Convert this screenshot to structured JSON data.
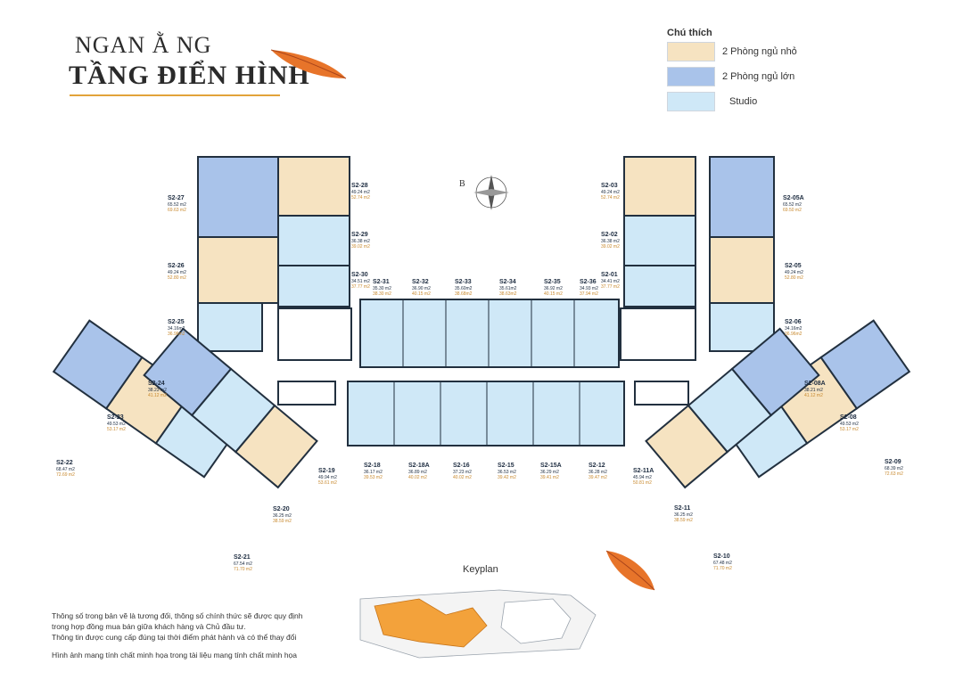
{
  "header": {
    "subtitle": "NGAN Ằ NG",
    "title": "TẦNG ĐIỂN HÌNH"
  },
  "legend": {
    "title": "Chú thích",
    "items": [
      {
        "label": "2 Phòng ngủ nhỏ",
        "color": "#f6e3c1"
      },
      {
        "label": "2 Phòng ngủ lớn",
        "color": "#a9c3ea"
      },
      {
        "label": "Studio",
        "color": "#cfe8f7"
      }
    ]
  },
  "compass": {
    "label": "B"
  },
  "units": [
    {
      "code": "S2-27",
      "area1": "65.52 m2",
      "area2": "69.63 m2"
    },
    {
      "code": "S2-28",
      "area1": "49.24 m2",
      "area2": "52.74 m2"
    },
    {
      "code": "S2-29",
      "area1": "36.38 m2",
      "area2": "39.02 m2"
    },
    {
      "code": "S2-26",
      "area1": "49.24 m2",
      "area2": "52.80 m2"
    },
    {
      "code": "S2-30",
      "area1": "34.51 m2",
      "area2": "37.77 m2"
    },
    {
      "code": "S2-25",
      "area1": "34.16m2",
      "area2": "36.96m2"
    },
    {
      "code": "S2-31",
      "area1": "35.30 m2",
      "area2": "38.30 m2"
    },
    {
      "code": "S2-32",
      "area1": "36.90 m2",
      "area2": "40.15 m2"
    },
    {
      "code": "S2-33",
      "area1": "35.60m2",
      "area2": "38.68m2"
    },
    {
      "code": "S2-34",
      "area1": "35.61m2",
      "area2": "38.63m2"
    },
    {
      "code": "S2-35",
      "area1": "36.92 m2",
      "area2": "40.15 m2"
    },
    {
      "code": "S2-36",
      "area1": "34.93 m2",
      "area2": "37.94 m2"
    },
    {
      "code": "S2-03",
      "area1": "49.24 m2",
      "area2": "52.74 m2"
    },
    {
      "code": "S2-02",
      "area1": "36.38 m2",
      "area2": "39.02 m2"
    },
    {
      "code": "S2-01",
      "area1": "34.41 m2",
      "area2": "37.77 m2"
    },
    {
      "code": "S2-05A",
      "area1": "65.52 m2",
      "area2": "69.50 m2"
    },
    {
      "code": "S2-05",
      "area1": "49.24 m2",
      "area2": "52.80 m2"
    },
    {
      "code": "S2-06",
      "area1": "34.16m2",
      "area2": "36.96m2"
    },
    {
      "code": "S2-24",
      "area1": "38.23 m2",
      "area2": "41.12 m2"
    },
    {
      "code": "S2-23",
      "area1": "49.53 m2",
      "area2": "53.17 m2"
    },
    {
      "code": "S2-22",
      "area1": "68.47 m2",
      "area2": "72.69 m2"
    },
    {
      "code": "S2-19",
      "area1": "49.94 m2",
      "area2": "53.61 m2"
    },
    {
      "code": "S2-20",
      "area1": "36.25 m2",
      "area2": "38.59 m2"
    },
    {
      "code": "S2-21",
      "area1": "67.54 m2",
      "area2": "71.70 m2"
    },
    {
      "code": "S2-18",
      "area1": "36.17 m2",
      "area2": "39.53 m2"
    },
    {
      "code": "S2-18A",
      "area1": "36.89 m2",
      "area2": "40.02 m2"
    },
    {
      "code": "S2-16",
      "area1": "37.23 m2",
      "area2": "40.02 m2"
    },
    {
      "code": "S2-15",
      "area1": "36.53 m2",
      "area2": "39.42 m2"
    },
    {
      "code": "S2-15A",
      "area1": "36.29 m2",
      "area2": "39.41 m2"
    },
    {
      "code": "S2-12",
      "area1": "36.28 m2",
      "area2": "39.47 m2"
    },
    {
      "code": "S2-11A",
      "area1": "45.94 m2",
      "area2": "50.81 m2"
    },
    {
      "code": "S2-11",
      "area1": "36.25 m2",
      "area2": "38.59 m2"
    },
    {
      "code": "S2-10",
      "area1": "67.48 m2",
      "area2": "71.70 m2"
    },
    {
      "code": "S2-08A",
      "area1": "38.21 m2",
      "area2": "41.12 m2"
    },
    {
      "code": "S2-08",
      "area1": "49.53 m2",
      "area2": "53.17 m2"
    },
    {
      "code": "S2-09",
      "area1": "68.39 m2",
      "area2": "72.63 m2"
    }
  ],
  "keyplan": {
    "label": "Keyplan"
  },
  "notes": [
    "Thông số trong bản vẽ là tương đối, thông số chính thức sẽ được quy định",
    "trong hợp đồng mua bán giữa khách hàng và Chủ đầu tư.",
    "Thông tin được cung cấp đúng tại thời điểm phát hành và có thể thay đổi",
    "Hình ảnh mang tính chất minh họa trong tài liệu mang tính chất minh họa"
  ]
}
